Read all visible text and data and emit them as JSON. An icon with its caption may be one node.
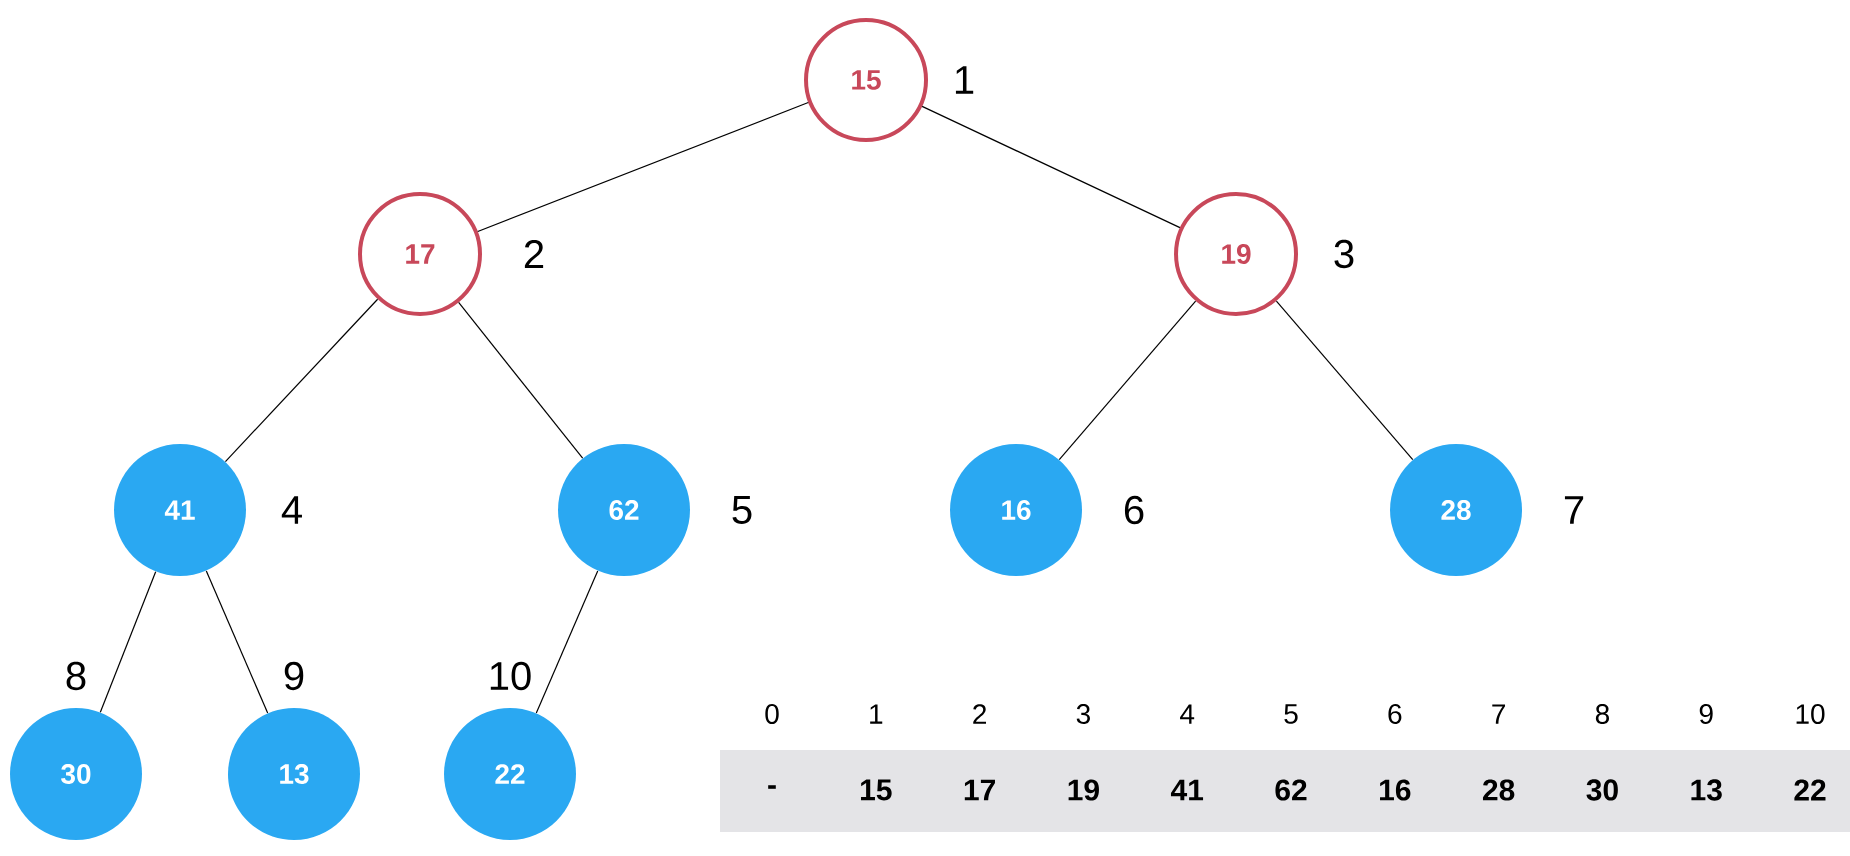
{
  "diagram": {
    "nodes": [
      {
        "text": [
          "15"
        ],
        "beside": [
          "1"
        ]
      },
      {
        "text": [
          "17"
        ],
        "beside": [
          "2"
        ]
      },
      {
        "text": [
          "19"
        ],
        "beside": [
          "3"
        ]
      },
      {
        "text": [
          "41"
        ],
        "beside": [
          "4"
        ]
      },
      {
        "text": [
          "62"
        ],
        "beside": [
          "5"
        ]
      },
      {
        "text": [
          "16"
        ],
        "beside": [
          "6"
        ]
      },
      {
        "text": [
          "28"
        ],
        "beside": [
          "7"
        ]
      },
      {
        "text": [
          "30"
        ],
        "beside": [
          "8"
        ]
      },
      {
        "text": [
          "13"
        ],
        "beside": [
          "9"
        ]
      },
      {
        "text": [
          "22"
        ],
        "beside": [
          "10"
        ]
      }
    ],
    "edges": [
      {
        "from": 0,
        "to": 1,
        "arrow": "none"
      },
      {
        "from": 0,
        "to": 2,
        "arrow": "none"
      },
      {
        "from": 1,
        "to": 3,
        "arrow": "none"
      },
      {
        "from": 1,
        "to": 4,
        "arrow": "none"
      },
      {
        "from": 2,
        "to": 5,
        "arrow": "none"
      },
      {
        "from": 2,
        "to": 6,
        "arrow": "none"
      },
      {
        "from": 3,
        "to": 7,
        "arrow": "none"
      },
      {
        "from": 3,
        "to": 8,
        "arrow": "none"
      },
      {
        "from": 4,
        "to": 9,
        "arrow": "none"
      }
    ],
    "labels": [
      "0",
      "1",
      "2",
      "3",
      "4",
      "5",
      "6",
      "7",
      "8",
      "9",
      "10",
      "-",
      "15",
      "17",
      "19",
      "41",
      "62",
      "16",
      "28",
      "30",
      "13",
      "22"
    ]
  }
}
